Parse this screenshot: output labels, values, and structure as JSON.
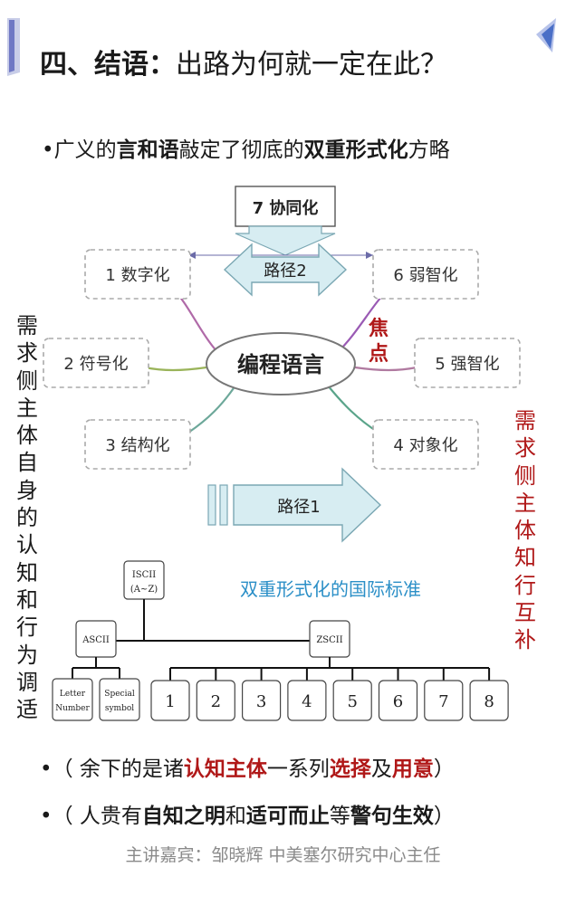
{
  "header": {
    "title_bold": "四、结语",
    "title_colon": "：",
    "title_rest": "出路为何就一定在此？"
  },
  "bullet1": {
    "dot": "•",
    "p1": "广义的",
    "b1": "言和语",
    "p2": "敲定了彻底的",
    "b2": "双重形式化",
    "p3": "方略"
  },
  "diagram": {
    "top_box": "7 协同化",
    "center": "编程语言",
    "path2": "路径2",
    "path1": "路径1",
    "focus": [
      "焦",
      "点"
    ],
    "left_nodes": [
      "1 数字化",
      "2 符号化",
      "3 结构化"
    ],
    "right_nodes": [
      "6 弱智化",
      "5 强智化",
      "4 对象化"
    ],
    "standards_title": "双重形式化的国际标准",
    "iscii": [
      "ISCII",
      "(A~Z)"
    ],
    "ascii": "ASCII",
    "zscii": "ZSCII",
    "letter": [
      "Letter",
      "Number"
    ],
    "special": [
      "Special",
      "symbol"
    ],
    "digits": [
      "1",
      "2",
      "3",
      "4",
      "5",
      "6",
      "7",
      "8"
    ]
  },
  "left_vertical": [
    "需",
    "求",
    "侧",
    "主",
    "体",
    "自",
    "身",
    "的",
    "认",
    "知",
    "和",
    "行",
    "为",
    "调",
    "适"
  ],
  "right_vertical": [
    "需",
    "求",
    "侧",
    "主",
    "体",
    "知",
    "行",
    "互",
    "补"
  ],
  "bullet2": {
    "dot": "•",
    "p1": "（ 余下的是诸",
    "b1": "认知主体",
    "p2": "一系列",
    "b2": "选择",
    "p3": "及",
    "b3": "用意",
    "p4": "）"
  },
  "bullet3": {
    "dot": "•",
    "p1": "（ 人贵有",
    "b1": "自知之明",
    "p2": "和",
    "b2": "适可而止",
    "p3": "等",
    "b3": "警句生效",
    "p4": "）"
  },
  "footer": "主讲嘉宾：邹晓辉 中美塞尔研究中心主任",
  "colors": {
    "accent_red": "#b01818",
    "arrow_fill": "#d7edf2",
    "arrow_stroke": "#7aa7b3",
    "standard_blue": "#2b8fc7"
  }
}
